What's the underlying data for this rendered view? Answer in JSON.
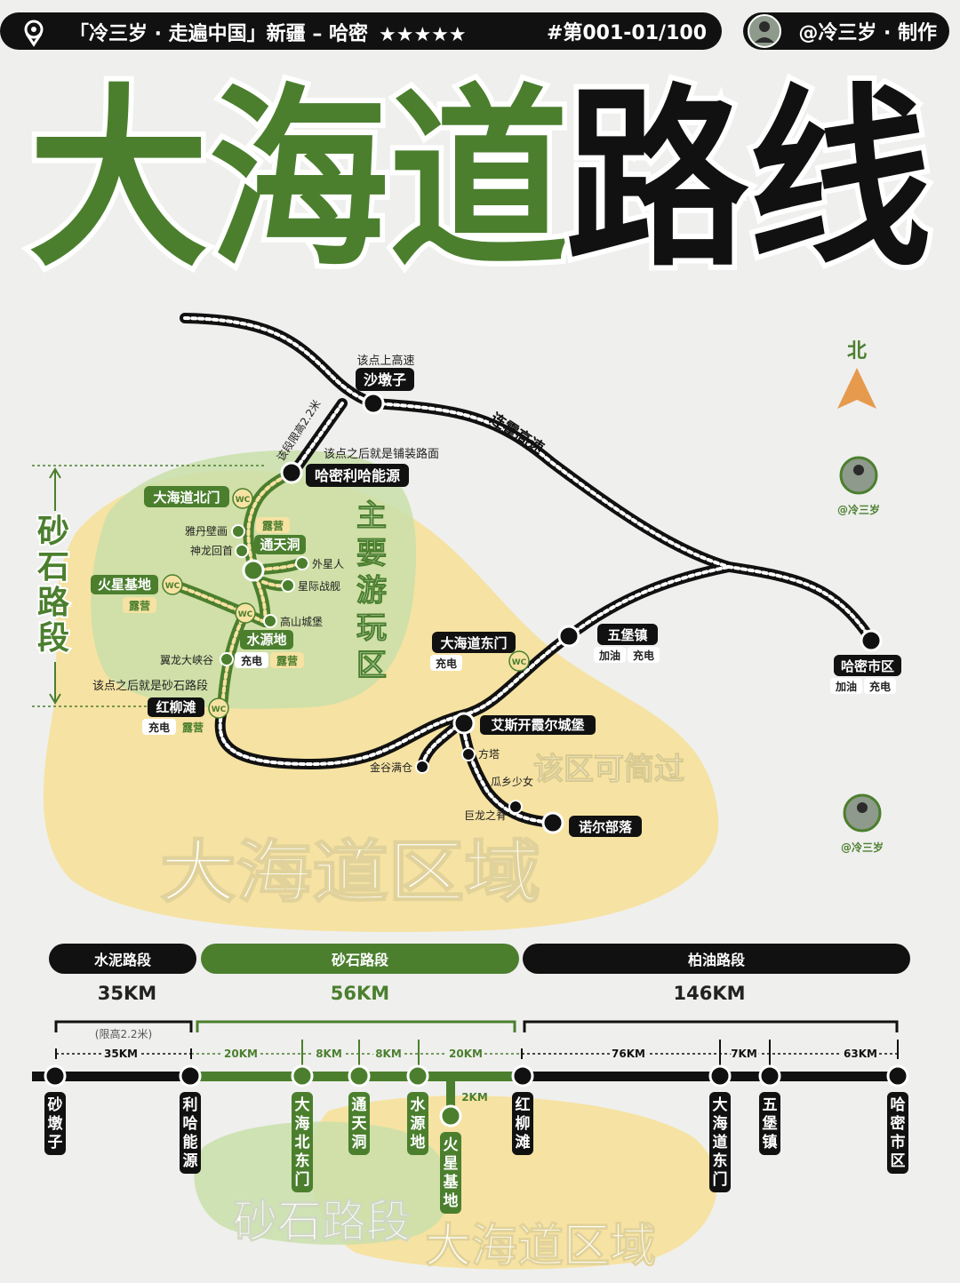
{
  "header": {
    "location": "「冷三岁 · 走遍中国」新疆 – 哈密",
    "stars": "★★★★★",
    "series_no": "#第001-01/100",
    "author": "@冷三岁 · 制作"
  },
  "title": {
    "green_part": "大海道",
    "black_part": "路线"
  },
  "compass": {
    "north": "北"
  },
  "watermarks": [
    "@冷三岁",
    "@冷三岁"
  ],
  "zones": {
    "main_play": "主要游玩区",
    "gravel_side": "砂石路段",
    "skippable": "该区可简过",
    "region": "大海道区域"
  },
  "highway": "连霍高速",
  "notes": {
    "enter_highway": "该点上高速",
    "height_limit": "该段限高2.2米",
    "paved_after": "该点之后就是铺装路面",
    "gravel_after": "该点之后就是砂石路段"
  },
  "map_nodes": {
    "shadunzi": "沙墩子",
    "lihaneng": "哈密利哈能源",
    "north_gate": "大海道北门",
    "yardang": "雅丹壁画",
    "tongtian": "通天洞",
    "shenlong": "神龙回首",
    "waixing": "外星人",
    "xingji": "星际战舰",
    "mars": "火星基地",
    "gaoshan": "高山城堡",
    "shuiyuan": "水源地",
    "yilong": "翼龙大峡谷",
    "hongliu": "红柳滩",
    "east_gate": "大海道东门",
    "wubao": "五堡镇",
    "hami_city": "哈密市区",
    "castle": "艾斯开霞尔城堡",
    "fangta": "方塔",
    "jingu": "金谷满仓",
    "guaxiang": "瓜乡少女",
    "julong": "巨龙之脊",
    "nuoer": "诺尔部落"
  },
  "tags": {
    "wc": "WC",
    "camp": "露营",
    "charge": "充电",
    "fuel": "加油"
  },
  "segments": [
    {
      "type": "水泥路段",
      "distance": "35KM"
    },
    {
      "type": "砂石路段",
      "distance": "56KM"
    },
    {
      "type": "柏油路段",
      "distance": "146KM"
    }
  ],
  "height_limit_short": "(限高2.2米)",
  "strip_distances": [
    "35KM",
    "20KM",
    "8KM",
    "8KM",
    "20KM",
    "76KM",
    "7KM",
    "63KM"
  ],
  "spur_distance": "2KM",
  "stops": [
    "砂墩子",
    "利哈能源",
    "大海北东门",
    "通天洞",
    "水源地",
    "火星基地",
    "红柳滩",
    "大海道东门",
    "五堡镇",
    "哈密市区"
  ],
  "colors": {
    "green": "#4b7f2e",
    "light_green": "#c9dfa9",
    "yellow_zone": "#f6e2a2",
    "black": "#111111"
  }
}
